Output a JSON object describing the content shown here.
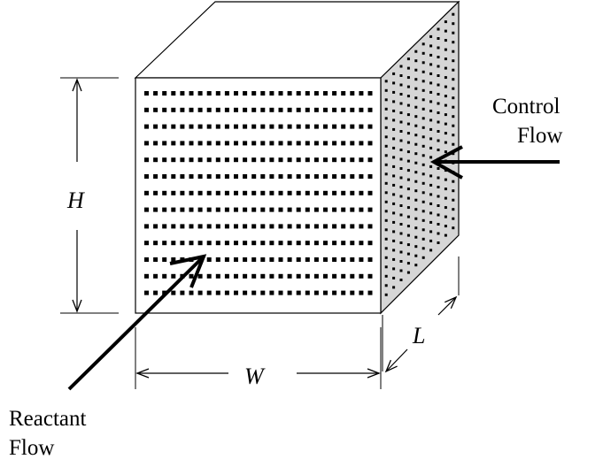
{
  "labels": {
    "control_flow_line1": "Control",
    "control_flow_line2": "Flow",
    "reactant_flow_line1": "Reactant",
    "reactant_flow_line2": "Flow"
  },
  "dimensions": {
    "height": "H",
    "width": "W",
    "length": "L"
  },
  "colors": {
    "side_face_fill": "#d6d6d6",
    "stroke": "#000000"
  }
}
